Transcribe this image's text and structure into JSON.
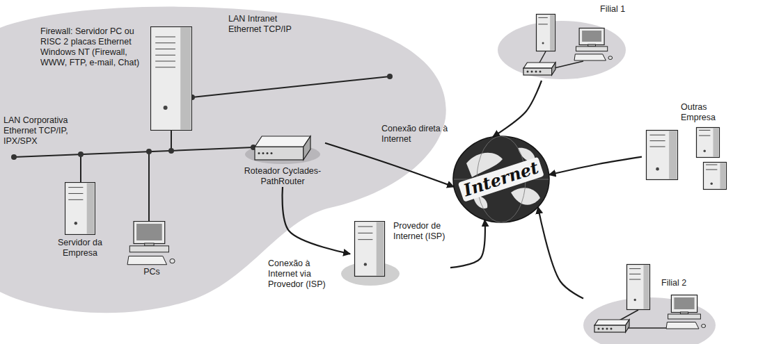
{
  "diagram": {
    "nodes": [
      {
        "text": [
          "Firewall: Servidor PC ou RISC 2 placas Ethernet Windows NT (Firewall, WWW, FTP, e-mail, Chat)"
        ]
      },
      {
        "text": [
          "Roteador Cyclades-PathRouter"
        ]
      },
      {
        "text": [
          "Servidor da Empresa"
        ]
      },
      {
        "text": [
          "PCs"
        ]
      },
      {
        "text": [
          "Provedor de Internet (ISP)"
        ]
      },
      {
        "text": [
          "Internet"
        ]
      },
      {
        "text": [
          "Filial 1"
        ]
      },
      {
        "text": [
          "Outras Empresa"
        ]
      },
      {
        "text": [
          "Filial 2"
        ]
      }
    ],
    "edges": [
      {
        "from": 1,
        "to": 5,
        "label": "Conexão direta à Internet",
        "arrow": "to"
      },
      {
        "from": 1,
        "to": 4,
        "label": "Conexão à Internet via Provedor (ISP)",
        "arrow": "to"
      },
      {
        "from": 4,
        "to": 5,
        "arrow": "to"
      },
      {
        "from": 6,
        "to": 5,
        "arrow": "to"
      },
      {
        "from": 7,
        "to": 5,
        "arrow": "to"
      },
      {
        "from": 8,
        "to": 5,
        "arrow": "to"
      }
    ],
    "labels": [
      "LAN Intranet Ethernet TCP/IP",
      "LAN Corporativa Ethernet TCP/IP, IPX/SPX"
    ]
  }
}
